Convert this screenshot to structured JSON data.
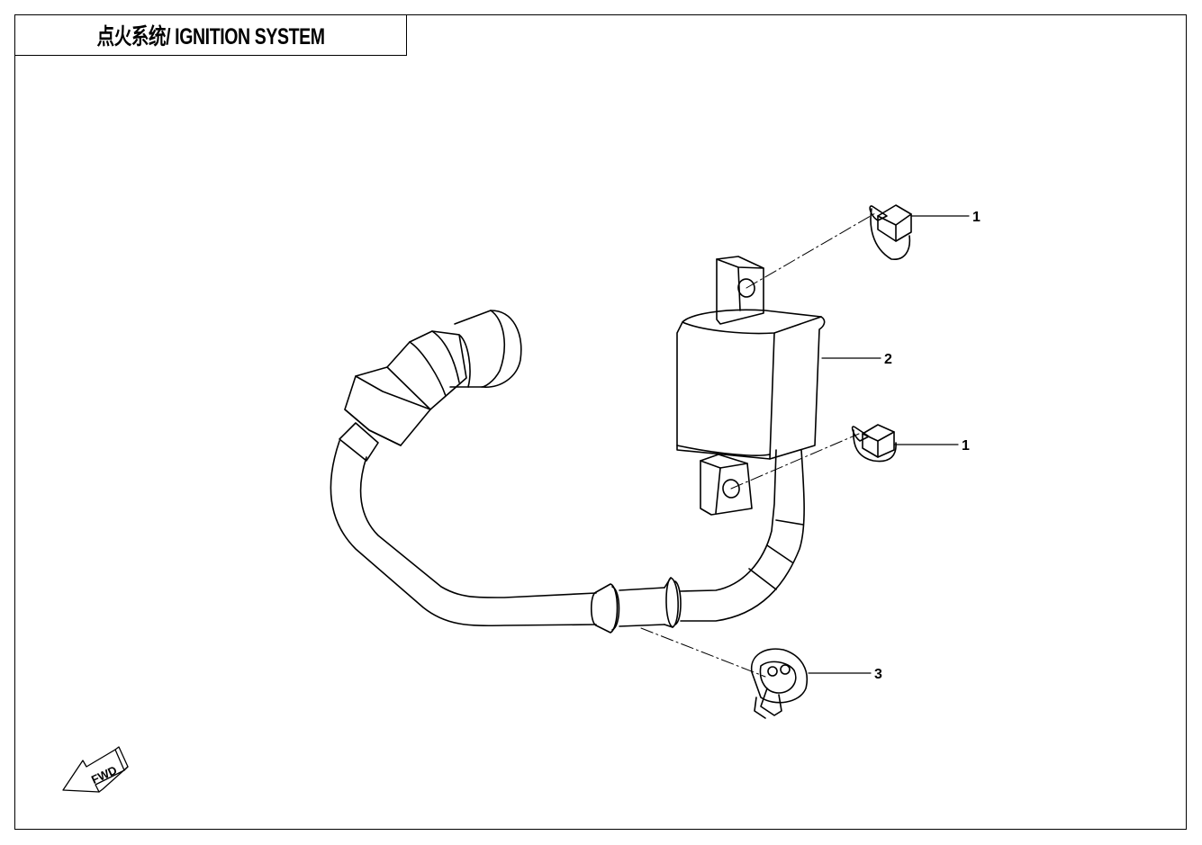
{
  "header": {
    "title": "点火系统/ IGNITION SYSTEM"
  },
  "callouts": [
    {
      "id": "bolt-upper",
      "label": "1"
    },
    {
      "id": "ignition-coil",
      "label": "2"
    },
    {
      "id": "bolt-lower",
      "label": "1"
    },
    {
      "id": "clip",
      "label": "3"
    }
  ],
  "direction_marker": {
    "label": "FWD"
  }
}
